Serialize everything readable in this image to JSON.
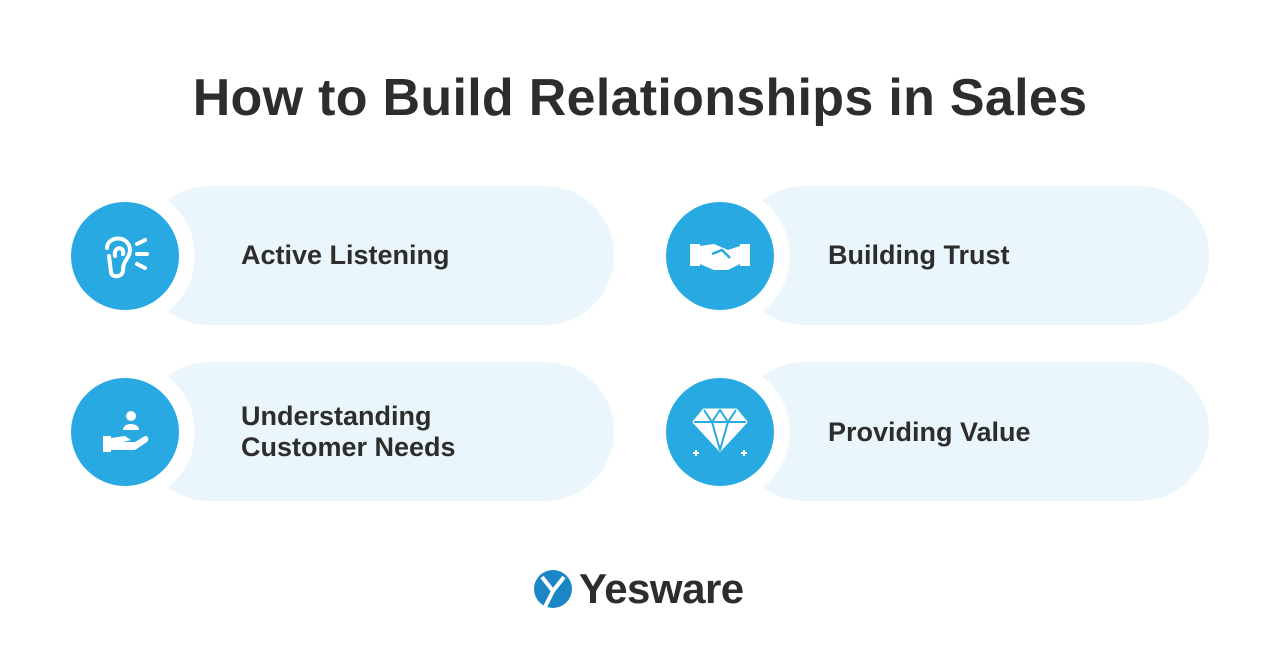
{
  "title": "How to Build Relationships in Sales",
  "items": [
    {
      "label": "Active Listening",
      "icon": "ear-icon"
    },
    {
      "label": "Building Trust",
      "icon": "handshake-icon"
    },
    {
      "label_line1": "Understanding",
      "label_line2": "Customer Needs",
      "icon": "hand-person-icon"
    },
    {
      "label": "Providing Value",
      "icon": "diamond-icon"
    }
  ],
  "brand": {
    "name": "Yesware",
    "color": "#1b86c6"
  },
  "colors": {
    "accent": "#29a9e1",
    "card": "#eaf6fb",
    "text": "#2d2d2d"
  }
}
